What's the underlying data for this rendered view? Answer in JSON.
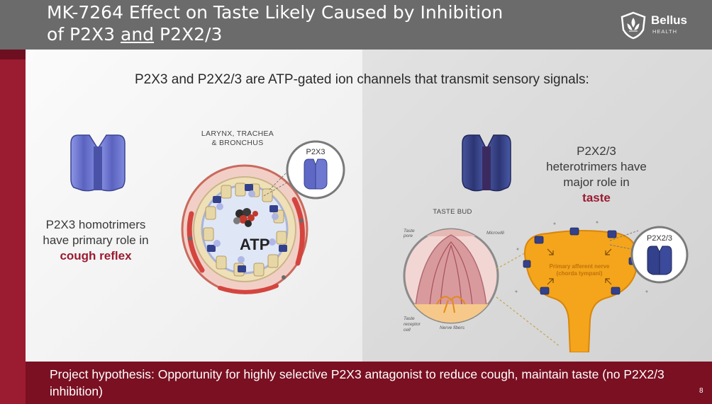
{
  "header": {
    "title_line1": "MK-7264 Effect on Taste Likely Caused by Inhibition",
    "title_line2_prefix": "of P2X3 ",
    "title_line2_underlined": "and",
    "title_line2_suffix": " P2X2/3"
  },
  "logo": {
    "name": "Bellus",
    "sub": "HEALTH"
  },
  "intro": "P2X3 and P2X2/3 are ATP-gated ion channels that transmit sensory signals:",
  "left": {
    "airway_label_line1": "LARYNX, TRACHEA",
    "airway_label_line2": "& BRONCHUS",
    "inset_label": "P2X3",
    "atp_label": "ATP",
    "caption_line1": "P2X3 homotrimers",
    "caption_line2": "have primary role in",
    "caption_highlight": "cough reflex"
  },
  "right": {
    "caption_line1": "P2X2/3",
    "caption_line2": "heterotrimers have",
    "caption_line3": "major role in",
    "caption_highlight": "taste",
    "taste_bud_label": "TASTE BUD",
    "tb_taste_pore": "Taste pore",
    "tb_microvilli": "Microvilli",
    "tb_receptor_cell": "Taste receptor cell",
    "tb_nerve_fibers": "Nerve fibers",
    "nerve_label_line1": "Primary afferent nerve",
    "nerve_label_line2": "(chorda tympani)",
    "inset_label": "P2X2/3"
  },
  "footer": {
    "text": "Project hypothesis: Opportunity for highly selective P2X3 antagonist to reduce cough, maintain taste (no P2X2/3 inhibition)",
    "page_number": "8"
  },
  "colors": {
    "header_bg": "#6b6b6b",
    "accent": "#9b1b30",
    "footer_bg": "#7a1022",
    "channel_blue": "#5a62b8",
    "channel_dark": "#2e3a78",
    "nerve_orange": "#f4a51c"
  }
}
